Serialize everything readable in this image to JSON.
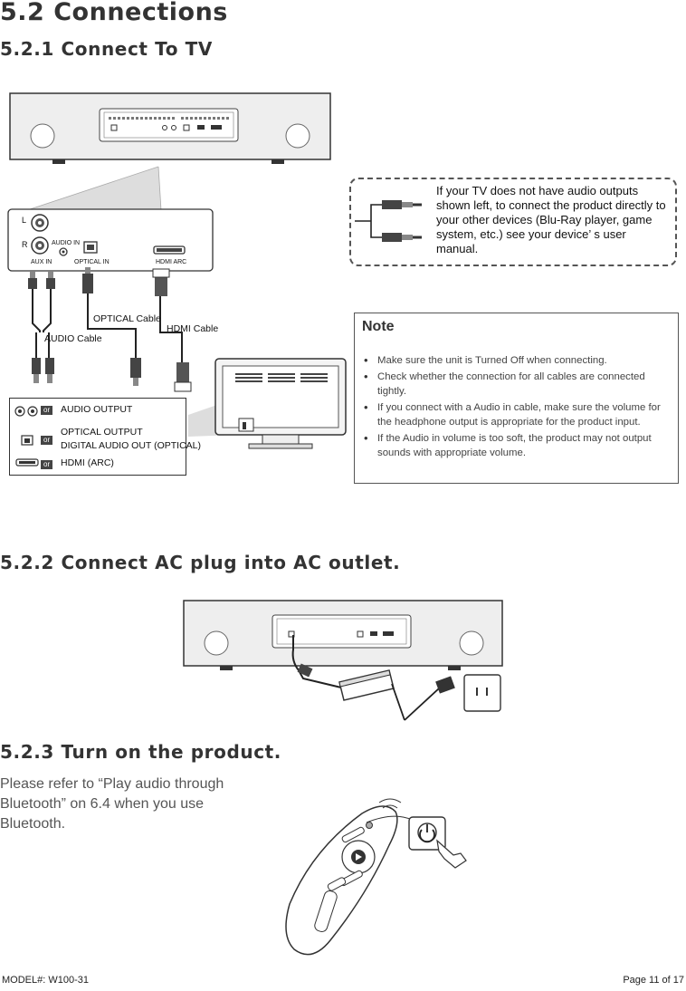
{
  "page": {
    "section_title": "5.2 Connections",
    "sub1_title": "5.2.1  Connect To TV",
    "sub2_title": "5.2.2  Connect AC plug into AC outlet.",
    "sub3_title": "5.2.3  Turn on the product.",
    "sub3_body": "Please refer to “Play audio through Bluetooth” on 6.4 when you use Bluetooth."
  },
  "panel": {
    "l": "L",
    "r": "R",
    "audio_in": "AUDIO IN",
    "aux_in": "AUX IN",
    "optical_in": "OPTICAL IN",
    "hdmi_arc": "HDMI ARC"
  },
  "cables": {
    "optical": "OPTICAL Cable",
    "hdmi": "HDMI Cable",
    "audio": "AUDIO Cable"
  },
  "outputs": {
    "or": "or",
    "audio_output": "AUDIO OUTPUT",
    "optical_output": "OPTICAL OUTPUT",
    "digital_audio_out": "DIGITAL AUDIO OUT (OPTICAL)",
    "hdmi_arc": "HDMI (ARC)"
  },
  "tip": {
    "text": "If your TV does not have audio outputs shown left, to connect the product directly to your other devices (Blu-Ray player, game system, etc.) see your device’ s user manual."
  },
  "note": {
    "title": "Note",
    "items": [
      "Make sure the unit is Turned Off when connecting.",
      "Check whether the connection for all cables are connected tightly.",
      "If you connect with a Audio in cable, make sure the volume for the headphone output is appropriate for the product input.",
      "If the Audio in volume is too soft, the product may not output sounds with appropriate volume."
    ]
  },
  "footer": {
    "model": "MODEL#: W100-31",
    "page": "Page 11 of 17"
  }
}
